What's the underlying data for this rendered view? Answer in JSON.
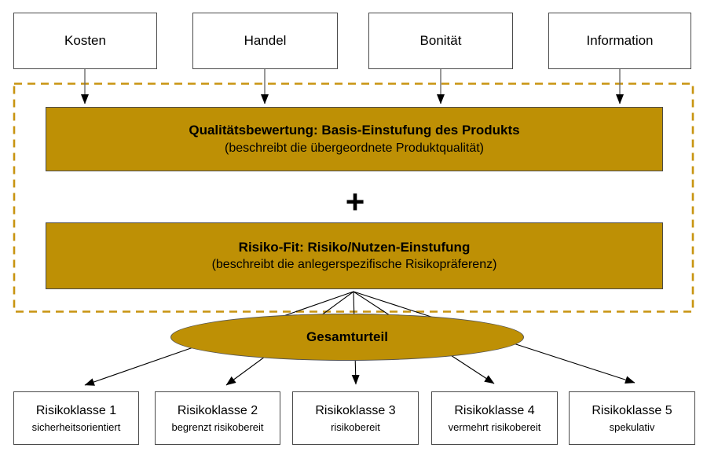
{
  "inputs": [
    {
      "label": "Kosten"
    },
    {
      "label": "Handel"
    },
    {
      "label": "Bonität"
    },
    {
      "label": "Information"
    }
  ],
  "quality_box": {
    "title": "Qualitätsbewertung: Basis-Einstufung des Produkts",
    "subtitle": "(beschreibt die übergeordnete Produktqualität)"
  },
  "plus_sign": "+",
  "risk_fit_box": {
    "title": "Risiko-Fit: Risiko/Nutzen-Einstufung",
    "subtitle": "(beschreibt die anlegerspezifische Risikopräferenz)"
  },
  "verdict": {
    "label": "Gesamturteil"
  },
  "risk_classes": [
    {
      "title": "Risikoklasse 1",
      "subtitle": "sicherheitsorientiert"
    },
    {
      "title": "Risikoklasse 2",
      "subtitle": "begrenzt risikobereit"
    },
    {
      "title": "Risikoklasse 3",
      "subtitle": "risikobereit"
    },
    {
      "title": "Risikoklasse 4",
      "subtitle": "vermehrt risikobereit"
    },
    {
      "title": "Risikoklasse 5",
      "subtitle": "spekulativ"
    }
  ],
  "colors": {
    "gold_fill": "#be9005",
    "gold_dash": "#c89410",
    "box_border": "#4a4a4a",
    "arrow_head": "#000000",
    "arrow_stem": "#6b6b6b",
    "background": "#ffffff",
    "text": "#000000"
  }
}
